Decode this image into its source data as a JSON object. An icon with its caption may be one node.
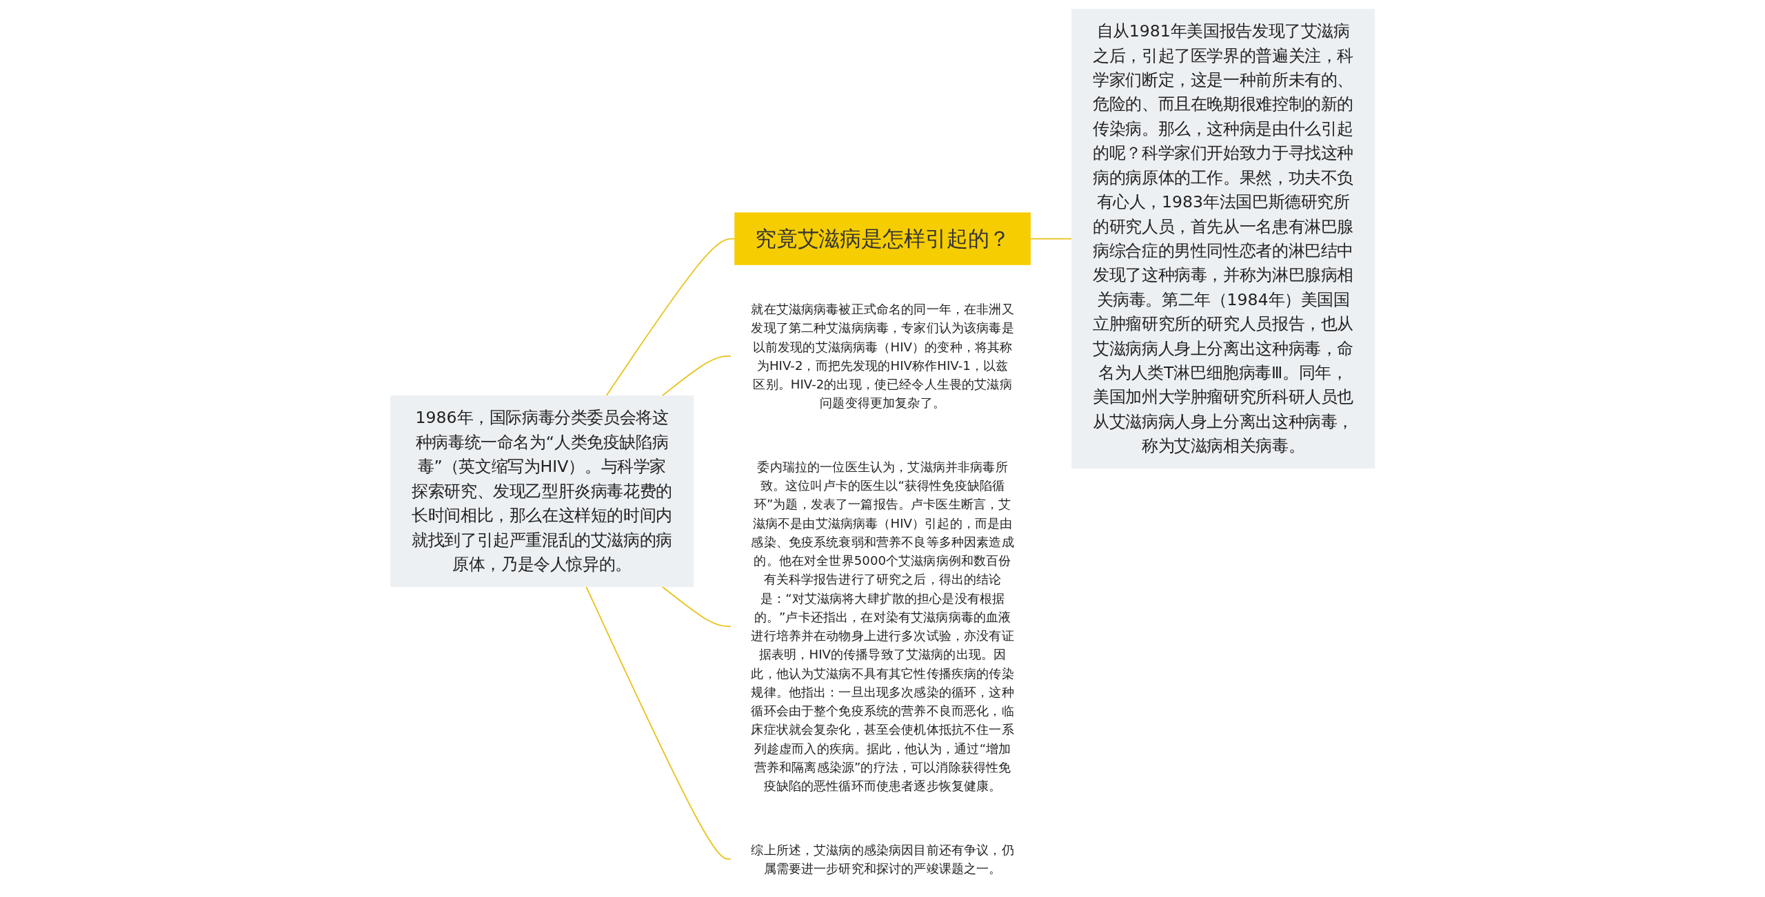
{
  "diagram": {
    "nodes": [
      {
        "text": [
          "究竟艾滋病是怎样引起的？"
        ]
      },
      {
        "text": [
          "自从1981年美国报告发现了艾滋病之后，引起了医学界的普遍关注，科学家们断定，这是一种前所未有的、危险的、而且在晚期很难控制的新的传染病。那么，这种病是由什么引起的呢？科学家们开始致力于寻找这种病的病原体的工作。果然，功夫不负有心人，1983年法国巴斯德研究所的研究人员，首先从一名患有淋巴腺病综合症的男性同性恋者的淋巴结中发现了这种病毒，并称为淋巴腺病相关病毒。第二年（1984年）美国国立肿瘤研究所的研究人员报告，也从艾滋病病人身上分离出这种病毒，命名为人类T淋巴细胞病毒Ⅲ。同年，美国加州大学肿瘤研究所科研人员也从艾滋病病人身上分离出这种病毒，称为艾滋病相关病毒。"
        ]
      },
      {
        "text": [
          "1986年，国际病毒分类委员会将这种病毒统一命名为“人类免疫缺陷病毒”（英文缩写为HIV）。与科学家探索研究、发现乙型肝炎病毒花费的长时间相比，那么在这样短的时间内就找到了引起严重混乱的艾滋病的病原体，乃是令人惊异的。"
        ]
      },
      {
        "text": [
          "就在艾滋病病毒被正式命名的同一年，在非洲又发现了第二种艾滋病病毒，专家们认为该病毒是以前发现的艾滋病病毒（HIV）的变种，将其称为HIV-2，而把先发现的HIV称作HIV-1，以兹区别。HIV-2的出现，使已经令人生畏的艾滋病问题变得更加复杂了。"
        ]
      },
      {
        "text": [
          "委内瑞拉的一位医生认为，艾滋病并非病毒所致。这位叫卢卡的医生以“获得性免疫缺陷循环”为题，发表了一篇报告。卢卡医生断言，艾滋病不是由艾滋病病毒（HIV）引起的，而是由感染、免疫系统衰弱和营养不良等多种因素造成的。他在对全世界5000个艾滋病病例和数百份有关科学报告进行了研究之后，得出的结论是：“对艾滋病将大肆扩散的担心是没有根据的。”卢卡还指出，在对染有艾滋病病毒的血液进行培养并在动物身上进行多次试验，亦没有证据表明，HIV的传播导致了艾滋病的出现。因此，他认为艾滋病不具有其它性传播疾病的传染规律。他指出：一旦出现多次感染的循环，这种循环会由于整个免疫系统的营养不良而恶化，临床症状就会复杂化，甚至会使机体抵抗不住一系列趁虚而入的疾病。据此，他认为，通过“增加营养和隔离感染源”的疗法，可以消除获得性免疫缺陷的恶性循环而使患者逐步恢复健康。"
        ]
      },
      {
        "text": [
          "综上所述，艾滋病的感染病因目前还有争议，仍属需要进一步研究和探讨的严竣课题之一。"
        ]
      }
    ],
    "edges": [
      {
        "from": 0,
        "to": 1,
        "arrow": "none"
      },
      {
        "from": 0,
        "to": 2,
        "arrow": "none"
      },
      {
        "from": 2,
        "to": 3,
        "arrow": "none"
      },
      {
        "from": 2,
        "to": 4,
        "arrow": "none"
      },
      {
        "from": 2,
        "to": 5,
        "arrow": "none"
      }
    ]
  }
}
